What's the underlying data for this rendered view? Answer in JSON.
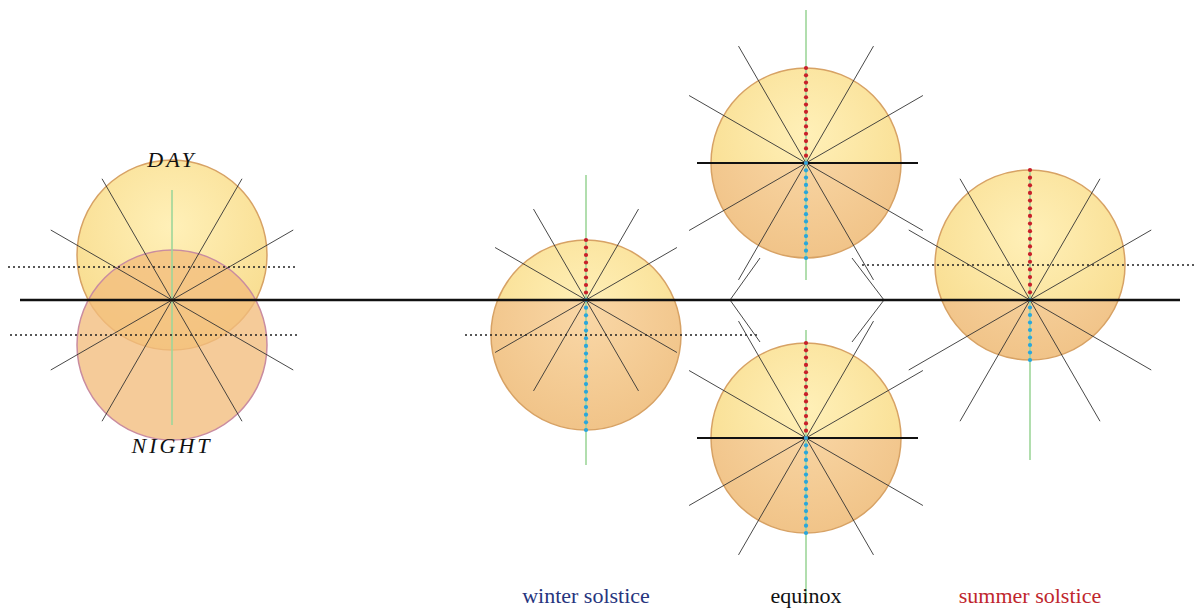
{
  "diagram": {
    "labels": [
      "DAY",
      "NIGHT",
      "winter solstice",
      "equinox",
      "summer solstice"
    ]
  }
}
